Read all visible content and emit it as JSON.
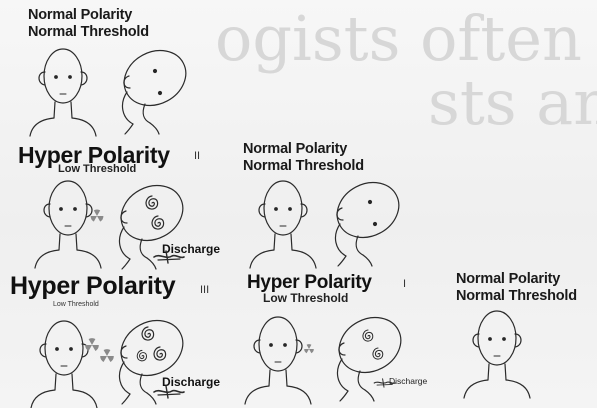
{
  "background_text": {
    "line1": "ogists often",
    "line2": "sts and"
  },
  "panels": [
    {
      "id": "p1",
      "title_lines": [
        "Normal Polarity",
        "Normal Threshold"
      ],
      "subtitle": "",
      "discharge": ""
    },
    {
      "id": "p2",
      "title_lines": [
        "Hyper Polarity"
      ],
      "mark": "II",
      "subtitle": "Low Threshold",
      "discharge": "Discharge"
    },
    {
      "id": "p3",
      "title_lines": [
        "Normal Polarity",
        "Normal Threshold"
      ],
      "subtitle": "",
      "discharge": ""
    },
    {
      "id": "p4",
      "title_lines": [
        "Hyper Polarity"
      ],
      "mark": "III",
      "subtitle": "Low  Threshold",
      "discharge": "Discharge"
    },
    {
      "id": "p5",
      "title_lines": [
        "Hyper Polarity"
      ],
      "mark": "I",
      "subtitle": "Low Threshold",
      "discharge": "Discharge"
    },
    {
      "id": "p6",
      "title_lines": [
        "Normal  Polarity",
        "Normal Threshold"
      ],
      "subtitle": "",
      "discharge": ""
    }
  ]
}
